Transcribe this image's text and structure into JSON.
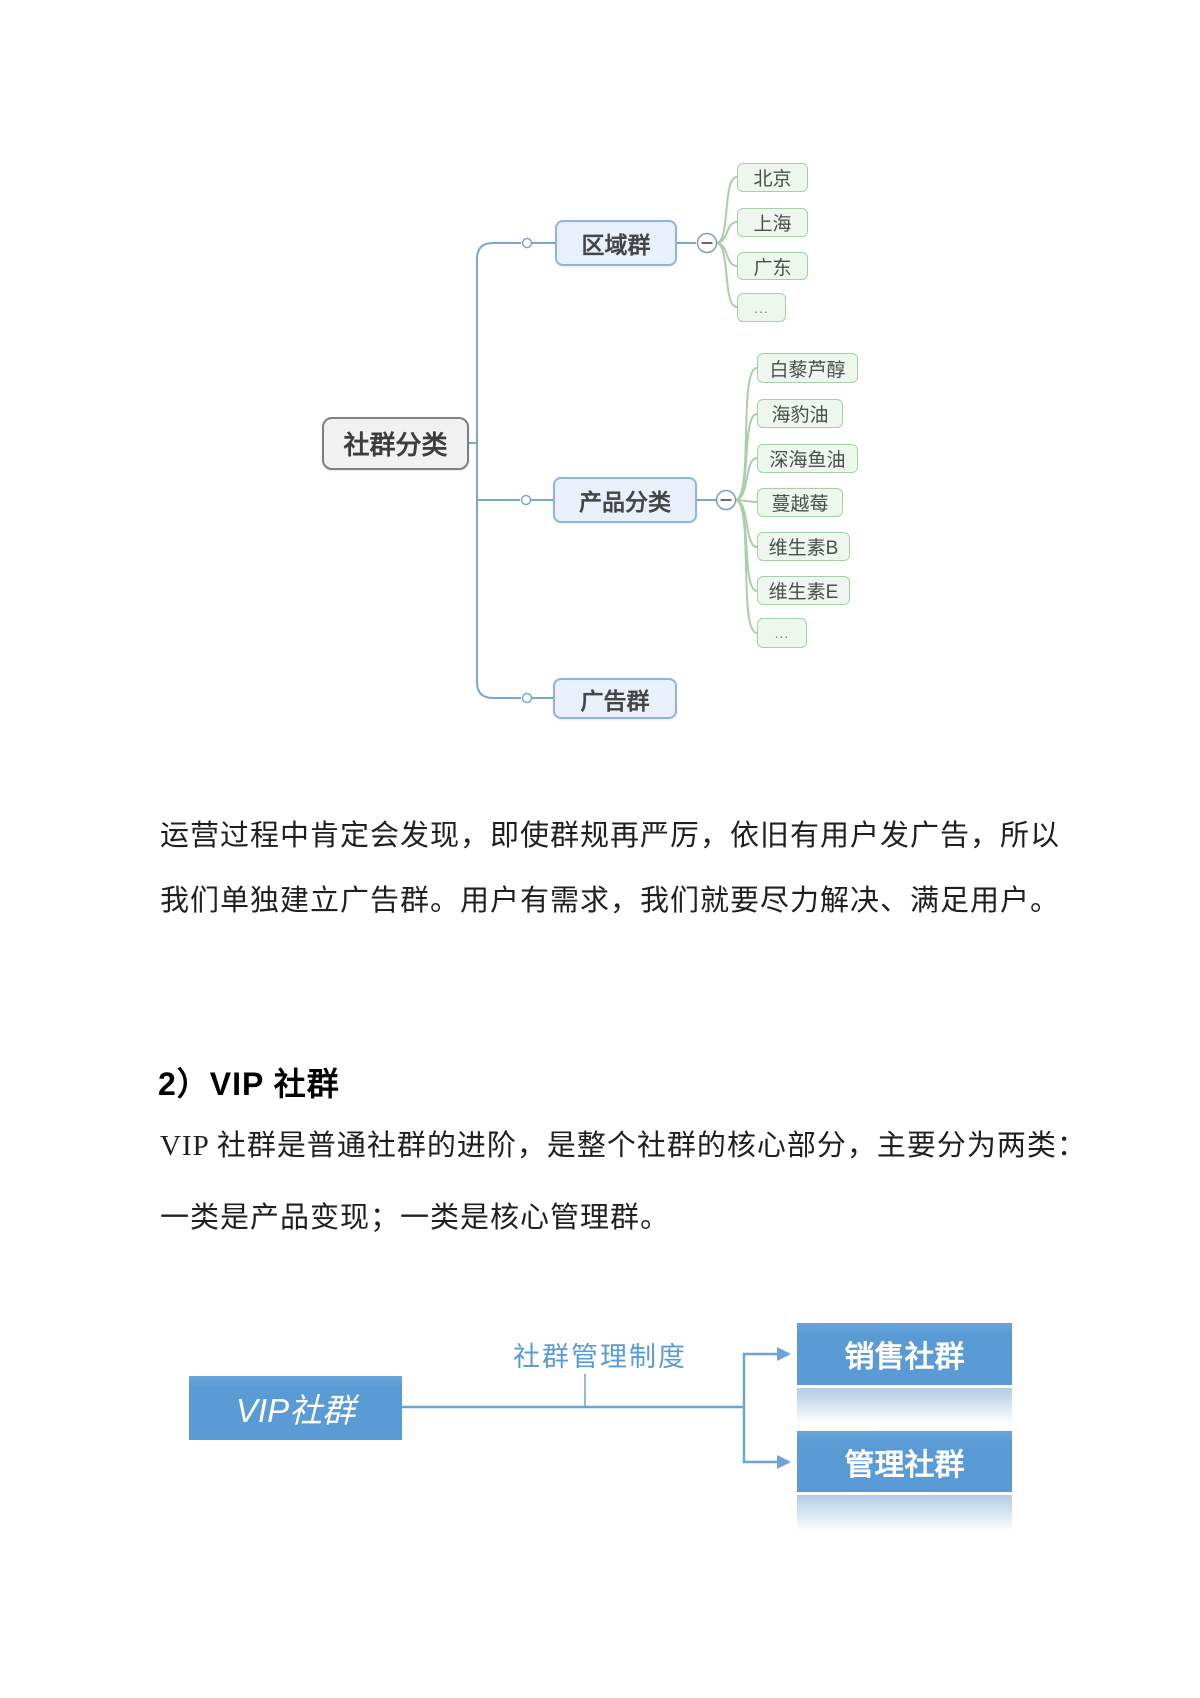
{
  "page": {
    "background": "#ffffff"
  },
  "mindmap": {
    "root_label": "社群分类",
    "branches": [
      {
        "label": "区域群",
        "children": [
          "北京",
          "上海",
          "广东",
          "..."
        ]
      },
      {
        "label": "产品分类",
        "children": [
          "白藜芦醇",
          "海豹油",
          "深海鱼油",
          "蔓越莓",
          "维生素B",
          "维生素E",
          "..."
        ]
      },
      {
        "label": "广告群",
        "children": []
      }
    ],
    "collapse_icon_symbol": "−",
    "colors": {
      "branch_line": "#7ba6d0",
      "leaf_line": "#a9cfa9",
      "root_fill": "#f1f1f1",
      "root_border": "#7f7f7f",
      "branch_fill": "#e9f0fa",
      "branch_border": "#8fb4dd",
      "leaf_fill": "#edf7ee",
      "leaf_border": "#a8d0a8"
    }
  },
  "paragraphs": {
    "p1_line1": "运营过程中肯定会发现，即使群规再严厉，依旧有用户发广告，所以",
    "p1_line2": "我们单独建立广告群。用户有需求，我们就要尽力解决、满足用户。",
    "p2_line1": "VIP 社群是普通社群的进阶，是整个社群的核心部分，主要分为两类：",
    "p2_line2": "一类是产品变现；一类是核心管理群。"
  },
  "heading": {
    "text": "2）VIP 社群"
  },
  "flow": {
    "source_label": "VIP社群",
    "edge_label": "社群管理制度",
    "target1_label": "销售社群",
    "target2_label": "管理社群",
    "colors": {
      "node_fill": "#5b9bd5",
      "line": "#6fa3d2",
      "label_text": "#5b9bd5"
    }
  }
}
